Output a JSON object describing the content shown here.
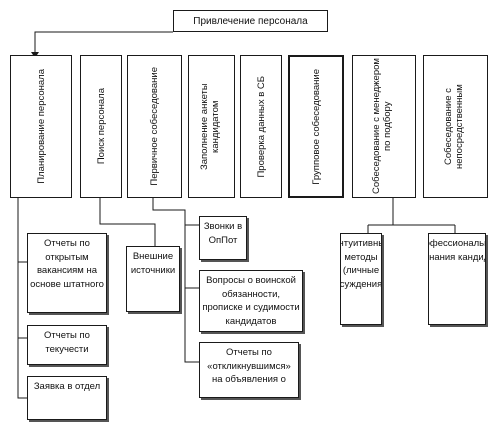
{
  "title": "Привлечение персонала",
  "stages": [
    {
      "label": "Планирование персонала"
    },
    {
      "label": "Поиск персонала"
    },
    {
      "label": "Первичное собеседование"
    },
    {
      "label": "Заполнение анкеты кандидатом"
    },
    {
      "label": "Проверка данных в СБ"
    },
    {
      "label": "Групповое собеседование"
    },
    {
      "label": "Собеседование с менеджером по подбору"
    },
    {
      "label": "Собеседование с непосредственным"
    }
  ],
  "planning_items": [
    {
      "label": "Отчеты по открытым вакансиям на основе штатного"
    },
    {
      "label": "Отчеты по текучести"
    },
    {
      "label": "Заявка в отдел"
    }
  ],
  "search_items": [
    {
      "label": "Внешние источники"
    }
  ],
  "interview_items": [
    {
      "label": "Звонки в ОпПот"
    },
    {
      "label": "Вопросы о воинской обязанности, прописке и судимости кандидатов"
    },
    {
      "label": "Отчеты по «откликнувшимся» на объявления о"
    }
  ],
  "assessment_items": [
    {
      "label": "Интуитивные методы (личные суждения"
    },
    {
      "label": "Профессиональные знания кандид"
    }
  ],
  "colors": {
    "line": "#1a1a1a",
    "shadow": "#555555",
    "background": "#ffffff"
  }
}
